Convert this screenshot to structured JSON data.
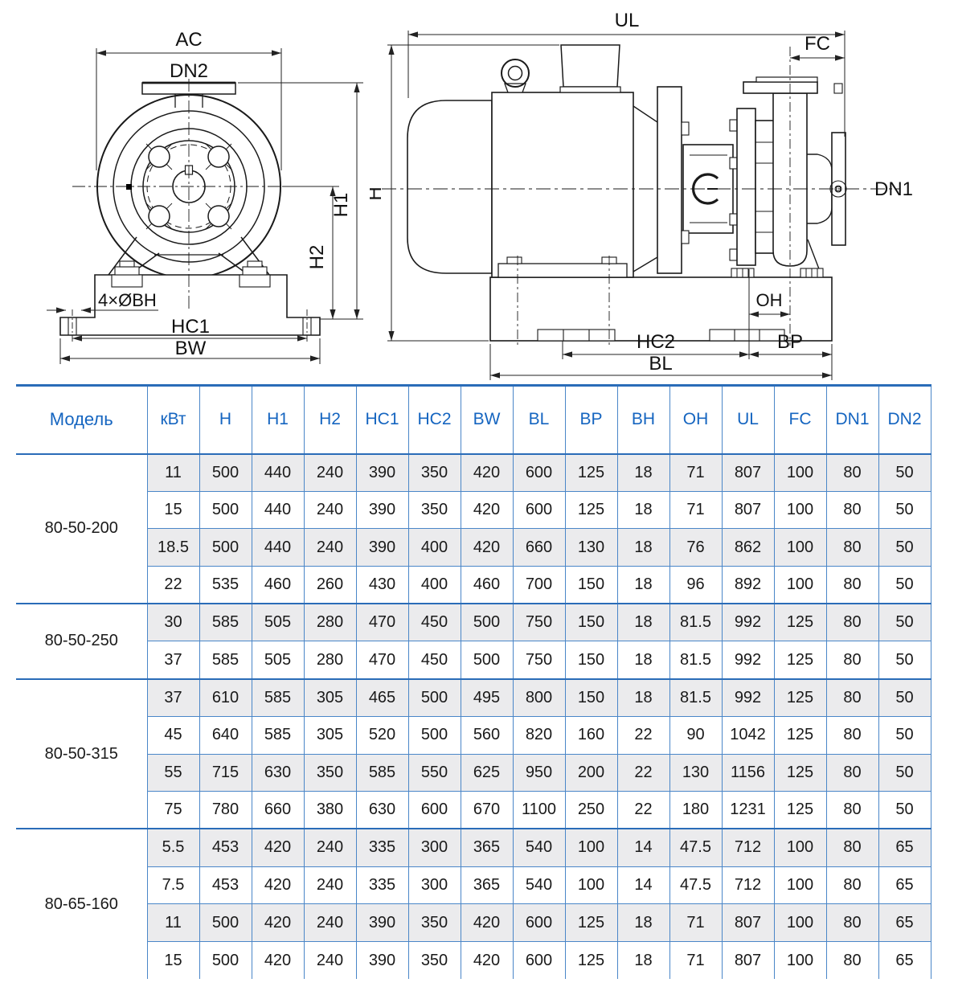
{
  "drawing": {
    "front": {
      "ac": "AC",
      "dn2": "DN2",
      "h1": "H1",
      "h2": "H2",
      "bolt_note": "4×ØBH",
      "hc1": "HC1",
      "bw": "BW"
    },
    "side": {
      "ul": "UL",
      "fc": "FC",
      "h": "H",
      "dn1": "DN1",
      "oh": "OH",
      "hc2": "HC2",
      "bp": "BP",
      "bl": "BL"
    }
  },
  "table": {
    "model_header": "Модель",
    "headers": [
      "кВт",
      "H",
      "H1",
      "H2",
      "HC1",
      "HC2",
      "BW",
      "BL",
      "BP",
      "BH",
      "OH",
      "UL",
      "FC",
      "DN1",
      "DN2"
    ],
    "groups": [
      {
        "model": "80-50-200",
        "rows": [
          [
            "11",
            "500",
            "440",
            "240",
            "390",
            "350",
            "420",
            "600",
            "125",
            "18",
            "71",
            "807",
            "100",
            "80",
            "50"
          ],
          [
            "15",
            "500",
            "440",
            "240",
            "390",
            "350",
            "420",
            "600",
            "125",
            "18",
            "71",
            "807",
            "100",
            "80",
            "50"
          ],
          [
            "18.5",
            "500",
            "440",
            "240",
            "390",
            "400",
            "420",
            "660",
            "130",
            "18",
            "76",
            "862",
            "100",
            "80",
            "50"
          ],
          [
            "22",
            "535",
            "460",
            "260",
            "430",
            "400",
            "460",
            "700",
            "150",
            "18",
            "96",
            "892",
            "100",
            "80",
            "50"
          ]
        ]
      },
      {
        "model": "80-50-250",
        "rows": [
          [
            "30",
            "585",
            "505",
            "280",
            "470",
            "450",
            "500",
            "750",
            "150",
            "18",
            "81.5",
            "992",
            "125",
            "80",
            "50"
          ],
          [
            "37",
            "585",
            "505",
            "280",
            "470",
            "450",
            "500",
            "750",
            "150",
            "18",
            "81.5",
            "992",
            "125",
            "80",
            "50"
          ]
        ]
      },
      {
        "model": "80-50-315",
        "rows": [
          [
            "37",
            "610",
            "585",
            "305",
            "465",
            "500",
            "495",
            "800",
            "150",
            "18",
            "81.5",
            "992",
            "125",
            "80",
            "50"
          ],
          [
            "45",
            "640",
            "585",
            "305",
            "520",
            "500",
            "560",
            "820",
            "160",
            "22",
            "90",
            "1042",
            "125",
            "80",
            "50"
          ],
          [
            "55",
            "715",
            "630",
            "350",
            "585",
            "550",
            "625",
            "950",
            "200",
            "22",
            "130",
            "1156",
            "125",
            "80",
            "50"
          ],
          [
            "75",
            "780",
            "660",
            "380",
            "630",
            "600",
            "670",
            "1100",
            "250",
            "22",
            "180",
            "1231",
            "125",
            "80",
            "50"
          ]
        ]
      },
      {
        "model": "80-65-160",
        "rows": [
          [
            "5.5",
            "453",
            "420",
            "240",
            "335",
            "300",
            "365",
            "540",
            "100",
            "14",
            "47.5",
            "712",
            "100",
            "80",
            "65"
          ],
          [
            "7.5",
            "453",
            "420",
            "240",
            "335",
            "300",
            "365",
            "540",
            "100",
            "14",
            "47.5",
            "712",
            "100",
            "80",
            "65"
          ],
          [
            "11",
            "500",
            "420",
            "240",
            "390",
            "350",
            "420",
            "600",
            "125",
            "18",
            "71",
            "807",
            "100",
            "80",
            "65"
          ],
          [
            "15",
            "500",
            "420",
            "240",
            "390",
            "350",
            "420",
            "600",
            "125",
            "18",
            "71",
            "807",
            "100",
            "80",
            "65"
          ]
        ]
      }
    ]
  },
  "colors": {
    "header_text": "#1565c0",
    "grid_line": "#4a86c8",
    "group_line": "#2a6cb8",
    "stripe": "#ebebed",
    "drawing_stroke": "#1a1a1a"
  }
}
